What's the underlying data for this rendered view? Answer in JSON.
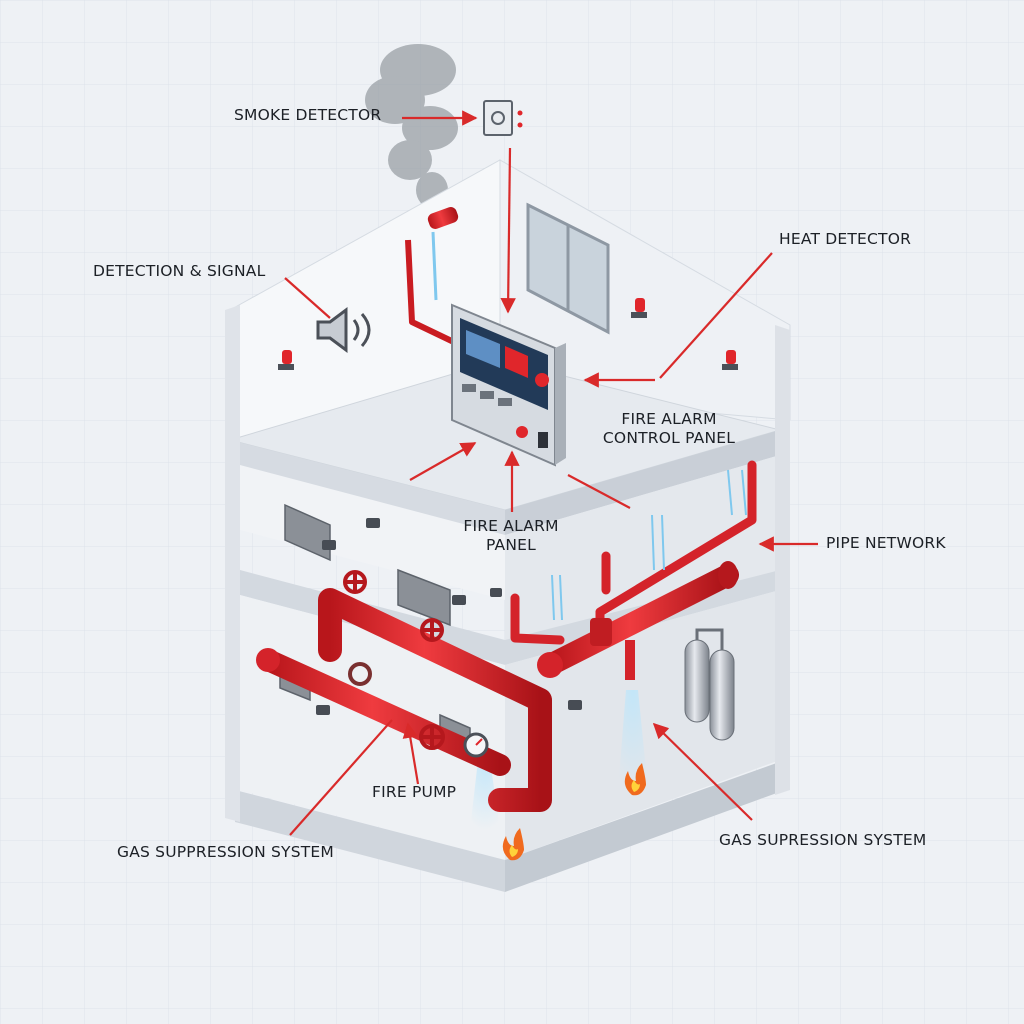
{
  "labels": {
    "smoke_detector": "SMOKE DETECTOR",
    "detection_signal": "DETECTION & SIGNAL",
    "heat_detector": "HEAT DETECTOR",
    "facp_line1": "FIRE ALARM",
    "facp_line2": "CONTROL PANEL",
    "fap_line1": "FIRE ALARM",
    "fap_line2": "PANEL",
    "pipe_network": "PIPE NETWORK",
    "fire_pump": "FIRE PUMP",
    "gas_suppression_left": "GAS SUPPRESSION SYSTEM",
    "gas_suppression_right": "GAS SUPRESSION SYSTEM"
  },
  "colors": {
    "background": "#eef1f5",
    "grid": "#dde3ea",
    "wall": "#f4f6f9",
    "wall_shade": "#d9dee5",
    "pipe_red": "#e0262b",
    "leader_red": "#d92a2a",
    "water_blue": "#8fd0f0",
    "furniture_gray": "#8b9097",
    "text": "#1c2026"
  },
  "icons": [
    "smoke-detector-icon",
    "speaker-icon",
    "strobe-light-icon",
    "control-panel-icon",
    "valve-wheel-icon",
    "pressure-gauge-icon",
    "gas-cylinder-icon",
    "flame-icon",
    "office-desk-icon",
    "office-chair-icon",
    "window-icon"
  ]
}
